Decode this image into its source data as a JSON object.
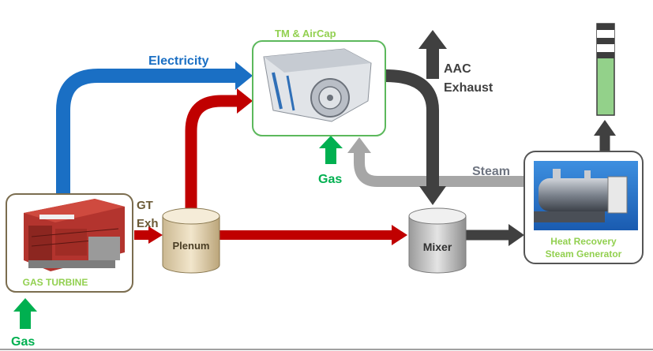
{
  "labels": {
    "electricity": "Electricity",
    "tm_aircap": "TM & AirCap",
    "aac_exhaust_line1": "AAC",
    "aac_exhaust_line2": "Exhaust",
    "gas_top": "Gas",
    "steam": "Steam",
    "gt_exhaust_line1": "GT",
    "gt_exhaust_line2": "Exh",
    "plenum": "Plenum",
    "mixer": "Mixer",
    "hrsg_line1": "Heat Recovery",
    "hrsg_line2": "Steam Generator",
    "gas_turbine": "GAS TURBINE",
    "gas_bottom": "Gas"
  },
  "colors": {
    "electricity": "#1a6fc4",
    "exhaust_red": "#c00000",
    "dark_gray": "#404040",
    "steam_gray": "#a6a6a6",
    "gas_green": "#00b050",
    "box_green": "#5cb85c",
    "label_green": "#92d050",
    "label_brown": "#6b5a36",
    "steam_label": "#6e7480"
  },
  "icons": {
    "tm_image": "turbomachine-icon",
    "gt_image": "gas-turbine-icon",
    "hrsg_image": "boiler-icon",
    "stack": "exhaust-stack-icon"
  }
}
